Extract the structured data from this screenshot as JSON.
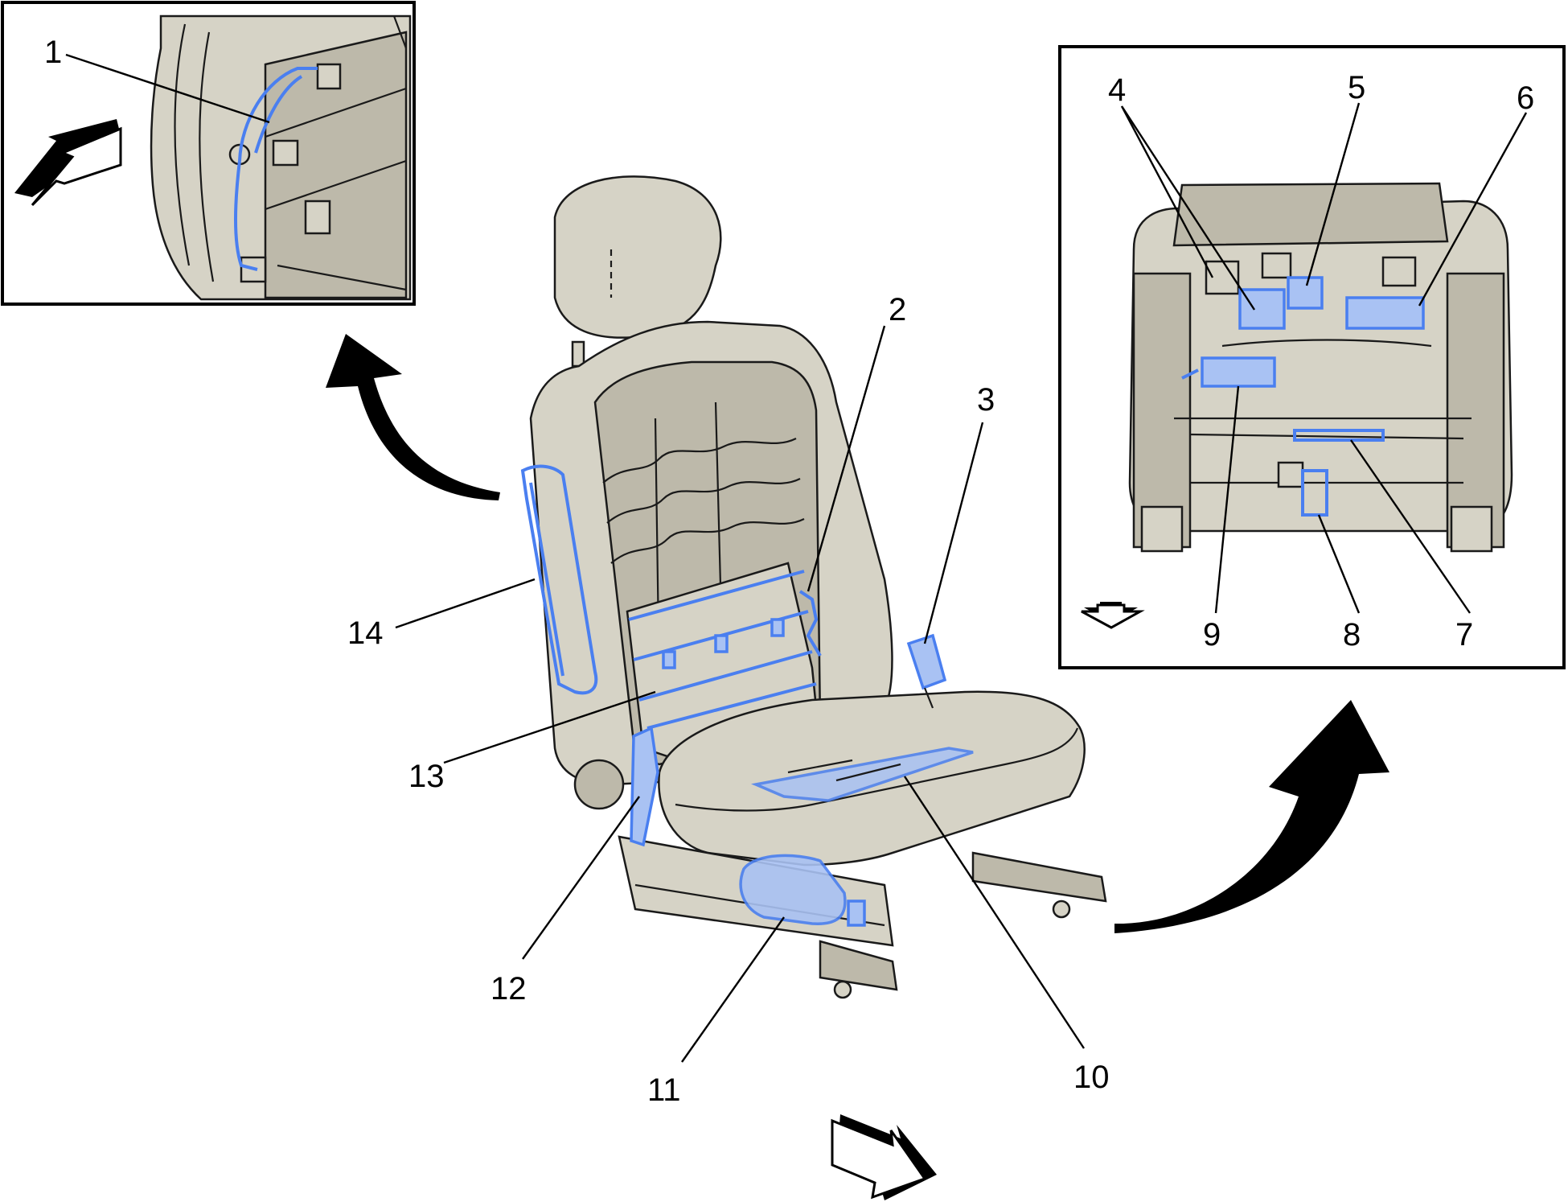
{
  "callouts": {
    "c1": "1",
    "c2": "2",
    "c3": "3",
    "c4": "4",
    "c5": "5",
    "c6": "6",
    "c7": "7",
    "c8": "8",
    "c9": "9",
    "c10": "10",
    "c11": "11",
    "c12": "12",
    "c13": "13",
    "c14": "14"
  },
  "colors": {
    "highlight": "#4a7ff0",
    "component_fill": "#d6d3c6",
    "ink": "#000000"
  },
  "icons": {
    "detail_arrows": "curved-arrow-icon",
    "direction_arrows": "forward-direction-arrow-icon"
  }
}
